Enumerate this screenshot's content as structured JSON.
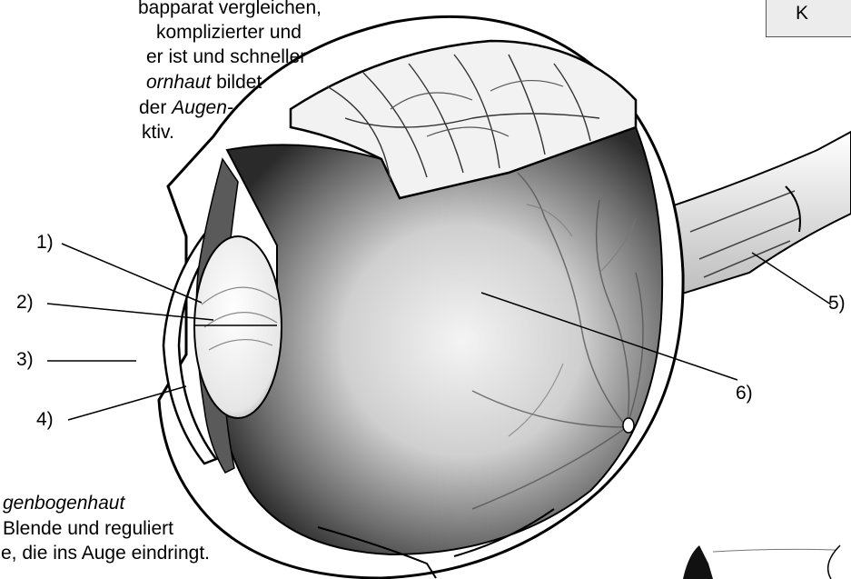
{
  "top_text": {
    "line1": "bapparat vergleichen,",
    "line2": "komplizierter und",
    "line3": "er ist und schneller",
    "line4_italic": "ornhaut",
    "line4_rest": " bildet",
    "line5_plain": "der ",
    "line5_italic": "Augen-",
    "line6": "ktiv."
  },
  "bottom_text": {
    "line1_italic": "genbogenhaut",
    "line2": "Blende und reguliert",
    "line3": "e, die ins Auge eindringt."
  },
  "corner_box": {
    "label": "K"
  },
  "labels": [
    "1)",
    "2)",
    "3)",
    "4)",
    "5)",
    "6)"
  ],
  "colors": {
    "text": "#000000",
    "box_bg": "#ececec"
  }
}
